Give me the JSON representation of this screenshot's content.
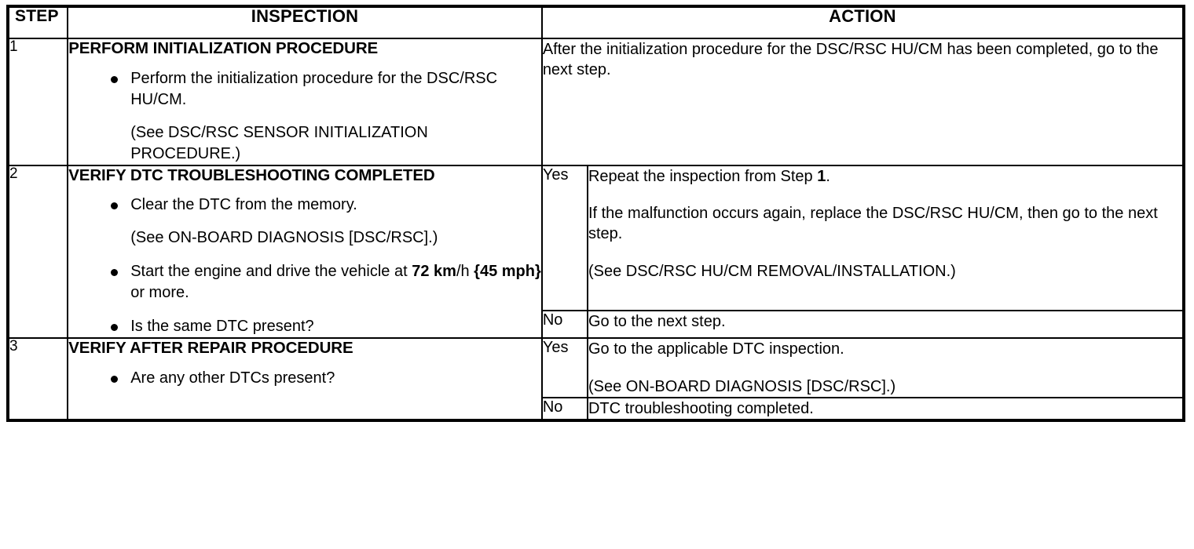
{
  "table": {
    "headers": {
      "step": "STEP",
      "inspection": "INSPECTION",
      "action": "ACTION"
    },
    "rows": [
      {
        "step": "1",
        "inspection": {
          "title": "PERFORM INITIALIZATION PROCEDURE",
          "bullets": [
            "Perform the initialization procedure for the DSC/RSC HU/CM."
          ],
          "notes": [
            "(See DSC/RSC SENSOR INITIALIZATION PROCEDURE.)"
          ]
        },
        "action_span": true,
        "actions": [
          {
            "label": "",
            "paragraphs": [
              "After the initialization procedure for the DSC/RSC HU/CM has been completed, go to the next step."
            ]
          }
        ]
      },
      {
        "step": "2",
        "inspection": {
          "title": "VERIFY DTC TROUBLESHOOTING COMPLETED",
          "bullets": [
            "Clear the DTC from the memory.",
            "Start the engine and drive the vehicle at 72 km/h {45 mph} or more.",
            "Is the same DTC present?"
          ],
          "notes": [
            "(See ON-BOARD DIAGNOSIS [DSC/RSC].)"
          ],
          "bullet2_parts": {
            "lead": "Start the engine and drive the vehicle at ",
            "bold1": "72 km",
            "regular1": "/h",
            "bold2": " {45 mph}",
            "tail": " or more."
          }
        },
        "action_span": false,
        "actions": [
          {
            "label": "Yes",
            "paragraphs": [
              "Repeat the inspection from Step 1.",
              "If the malfunction occurs again, replace the DSC/RSC HU/CM, then go to the next step.",
              "(See DSC/RSC HU/CM REMOVAL/INSTALLATION.)"
            ],
            "p0_parts": {
              "lead": "Repeat the inspection from Step ",
              "bold": "1",
              "tail": "."
            }
          },
          {
            "label": "No",
            "paragraphs": [
              "Go to the next step."
            ]
          }
        ]
      },
      {
        "step": "3",
        "inspection": {
          "title": "VERIFY AFTER REPAIR PROCEDURE",
          "bullets": [
            "Are any other DTCs present?"
          ],
          "notes": []
        },
        "action_span": false,
        "actions": [
          {
            "label": "Yes",
            "paragraphs": [
              "Go to the applicable DTC inspection.",
              "(See ON-BOARD DIAGNOSIS [DSC/RSC].)"
            ]
          },
          {
            "label": "No",
            "paragraphs": [
              "DTC troubleshooting completed."
            ]
          }
        ]
      }
    ]
  },
  "colors": {
    "border": "#000000",
    "text": "#000000",
    "background": "#ffffff"
  }
}
